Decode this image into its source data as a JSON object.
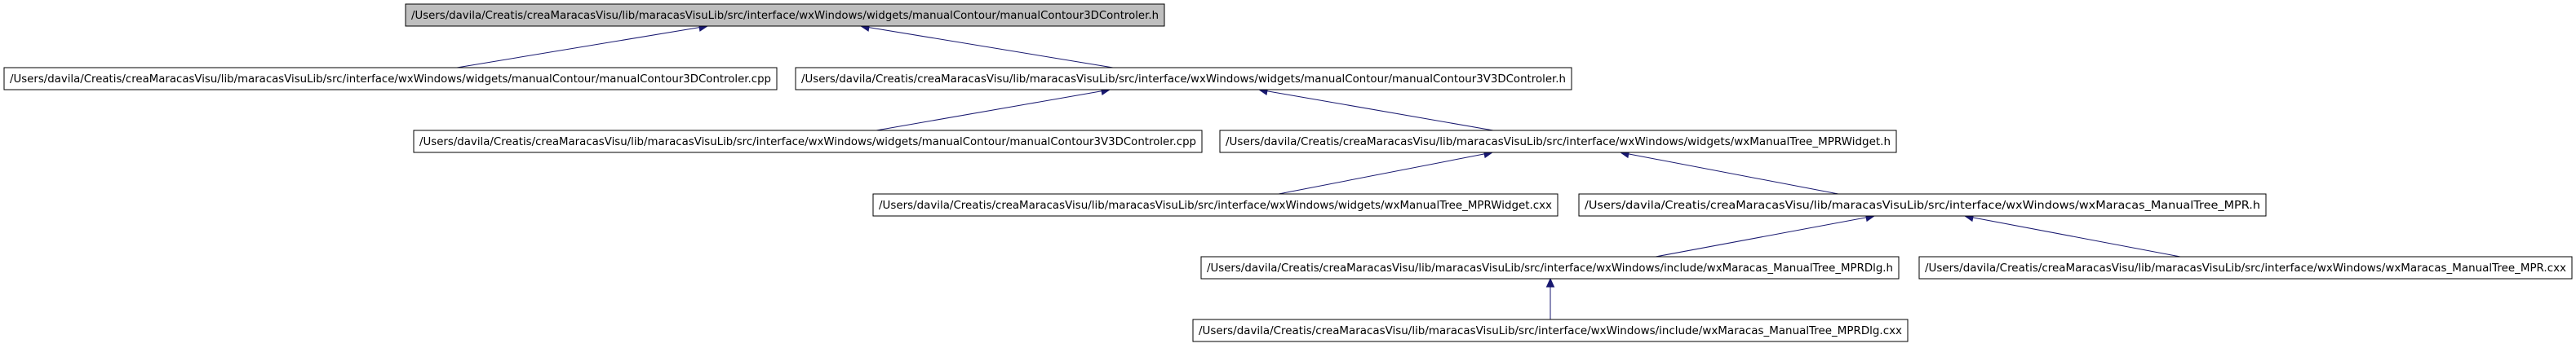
{
  "graph": {
    "nodes": [
      {
        "id": "n0",
        "label": "/Users/davila/Creatis/creaMaracasVisu/lib/maracasVisuLib/src/interface/wxWindows/widgets/manualContour/manualContour3DControler.h",
        "highlighted": true
      },
      {
        "id": "n1",
        "label": "/Users/davila/Creatis/creaMaracasVisu/lib/maracasVisuLib/src/interface/wxWindows/widgets/manualContour/manualContour3DControler.cpp",
        "highlighted": false
      },
      {
        "id": "n2",
        "label": "/Users/davila/Creatis/creaMaracasVisu/lib/maracasVisuLib/src/interface/wxWindows/widgets/manualContour/manualContour3V3DControler.h",
        "highlighted": false
      },
      {
        "id": "n3",
        "label": "/Users/davila/Creatis/creaMaracasVisu/lib/maracasVisuLib/src/interface/wxWindows/widgets/manualContour/manualContour3V3DControler.cpp",
        "highlighted": false
      },
      {
        "id": "n4",
        "label": "/Users/davila/Creatis/creaMaracasVisu/lib/maracasVisuLib/src/interface/wxWindows/widgets/wxManualTree_MPRWidget.h",
        "highlighted": false
      },
      {
        "id": "n5",
        "label": "/Users/davila/Creatis/creaMaracasVisu/lib/maracasVisuLib/src/interface/wxWindows/widgets/wxManualTree_MPRWidget.cxx",
        "highlighted": false
      },
      {
        "id": "n6",
        "label": "/Users/davila/Creatis/creaMaracasVisu/lib/maracasVisuLib/src/interface/wxWindows/wxMaracas_ManualTree_MPR.h",
        "highlighted": false
      },
      {
        "id": "n7",
        "label": "/Users/davila/Creatis/creaMaracasVisu/lib/maracasVisuLib/src/interface/wxWindows/include/wxMaracas_ManualTree_MPRDlg.h",
        "highlighted": false
      },
      {
        "id": "n8",
        "label": "/Users/davila/Creatis/creaMaracasVisu/lib/maracasVisuLib/src/interface/wxWindows/wxMaracas_ManualTree_MPR.cxx",
        "highlighted": false
      },
      {
        "id": "n9",
        "label": "/Users/davila/Creatis/creaMaracasVisu/lib/maracasVisuLib/src/interface/wxWindows/include/wxMaracas_ManualTree_MPRDlg.cxx",
        "highlighted": false
      }
    ],
    "edges": [
      {
        "from": "n1",
        "to": "n0"
      },
      {
        "from": "n2",
        "to": "n0"
      },
      {
        "from": "n3",
        "to": "n2"
      },
      {
        "from": "n4",
        "to": "n2"
      },
      {
        "from": "n5",
        "to": "n4"
      },
      {
        "from": "n6",
        "to": "n4"
      },
      {
        "from": "n7",
        "to": "n6"
      },
      {
        "from": "n8",
        "to": "n6"
      },
      {
        "from": "n9",
        "to": "n7"
      }
    ],
    "colors": {
      "highlight_fill": "#bfbfbf",
      "node_fill": "#ffffff",
      "node_stroke": "#000000",
      "edge": "#191970",
      "text": "#000000"
    }
  }
}
